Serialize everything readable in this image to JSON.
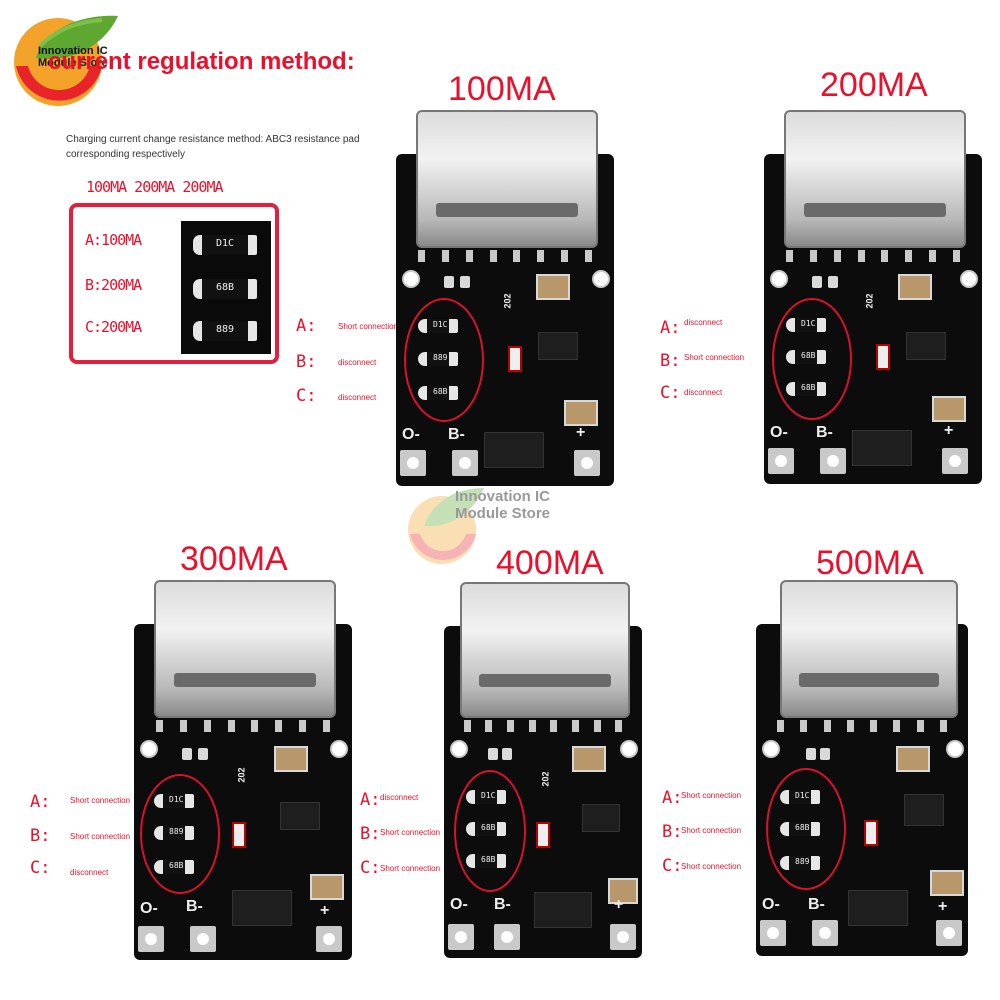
{
  "logo": {
    "line1": "Innovation IC",
    "line2": "Module Store"
  },
  "page_title": "current regulation method:",
  "instruction": "Charging current change resistance method: ABC3 resistance pad corresponding respectively",
  "header_row": "100MA 200MA 200MA",
  "key": {
    "a": "A:100MA",
    "b": "B:200MA",
    "c": "C:200MA",
    "codes": [
      "D1C",
      "68B",
      "889"
    ]
  },
  "watermark": {
    "line1": "Innovation IC",
    "line2": "Module Store"
  },
  "boards": [
    {
      "title": "100MA",
      "a_letter": "A:",
      "a": "Short connection",
      "b_letter": "B:",
      "b": "disconnect",
      "c_letter": "C:",
      "c": "disconnect",
      "codes": [
        "D1C",
        "889",
        "68B"
      ]
    },
    {
      "title": "200MA",
      "a_letter": "A:",
      "a": "disconnect",
      "b_letter": "B:",
      "b": "Short connection",
      "c_letter": "C:",
      "c": "disconnect",
      "codes": [
        "D1C",
        "68B",
        "68B"
      ]
    },
    {
      "title": "300MA",
      "a_letter": "A:",
      "a": "Short connection",
      "b_letter": "B:",
      "b": "Short connection",
      "c_letter": "C:",
      "c": "disconnect",
      "codes": [
        "D1C",
        "889",
        "68B"
      ]
    },
    {
      "title": "400MA",
      "a_letter": "A:",
      "a": "disconnect",
      "b_letter": "B:",
      "b": "Short connection",
      "c_letter": "C:",
      "c": "Short connection",
      "codes": [
        "D1C",
        "68B",
        "68B"
      ]
    },
    {
      "title": "500MA",
      "a_letter": "A:",
      "a": "Short connection",
      "b_letter": "B:",
      "b": "Short connection",
      "c_letter": "C:",
      "c": "Short connection",
      "codes": [
        "D1C",
        "68B",
        "889"
      ]
    }
  ],
  "silk": {
    "o": "O-",
    "b": "B-",
    "plus": "+",
    "code202": "202"
  }
}
